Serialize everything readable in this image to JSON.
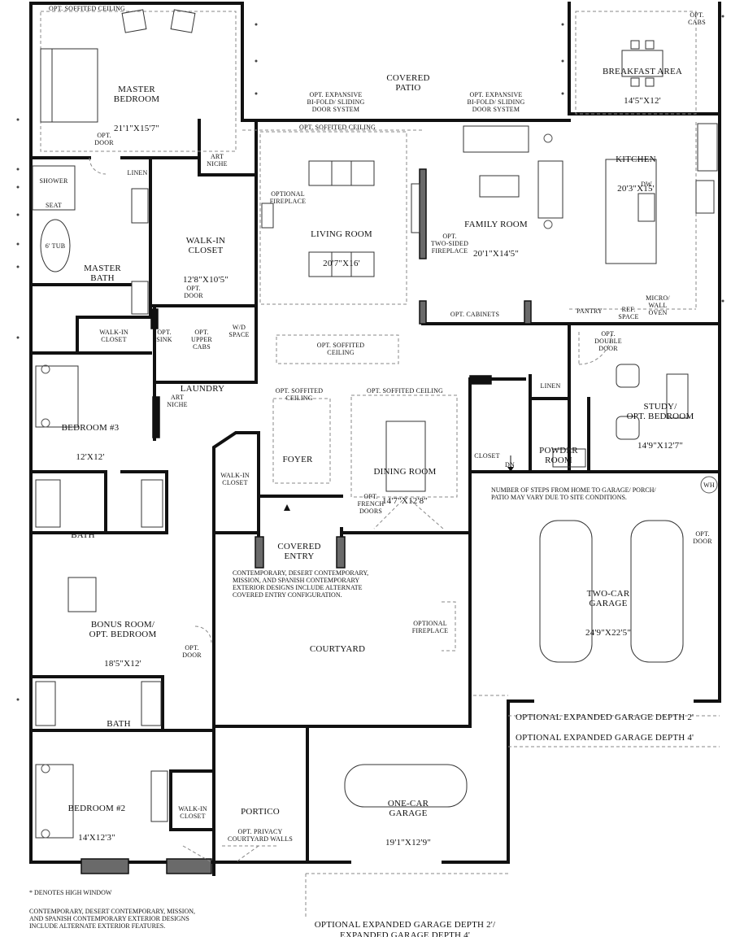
{
  "rooms": {
    "master_bedroom": {
      "name": "MASTER\nBEDROOM",
      "dim": "21'1\"X15'7\""
    },
    "covered_patio": {
      "name": "COVERED\nPATIO"
    },
    "breakfast": {
      "name": "BREAKFAST AREA",
      "dim": "14'5\"X12'"
    },
    "kitchen": {
      "name": "KITCHEN",
      "dim": "20'3\"X15'"
    },
    "family": {
      "name": "FAMILY ROOM",
      "dim": "20'1\"X14'5\""
    },
    "living": {
      "name": "LIVING ROOM",
      "dim": "20'7\"X16'"
    },
    "walkin_master": {
      "name": "WALK-IN\nCLOSET",
      "dim": "12'8\"X10'5\""
    },
    "master_bath": {
      "name": "MASTER\nBATH"
    },
    "laundry": {
      "name": "LAUNDRY"
    },
    "bedroom3": {
      "name": "BEDROOM #3",
      "dim": "12'X12'"
    },
    "foyer": {
      "name": "FOYER"
    },
    "dining": {
      "name": "DINING ROOM",
      "dim": "14'7\"X12'8\""
    },
    "powder": {
      "name": "POWDER\nROOM"
    },
    "study": {
      "name": "STUDY/\nOPT. BEDROOM",
      "dim": "14'9\"X12'7\""
    },
    "bath1": {
      "name": "BATH"
    },
    "covered_entry": {
      "name": "COVERED\nENTRY"
    },
    "two_car": {
      "name": "TWO-CAR\nGARAGE",
      "dim": "24'9\"X22'5\""
    },
    "bonus": {
      "name": "BONUS ROOM/\nOPT. BEDROOM",
      "dim": "18'5\"X12'"
    },
    "courtyard": {
      "name": "COURTYARD"
    },
    "bath2": {
      "name": "BATH"
    },
    "bedroom2": {
      "name": "BEDROOM #2",
      "dim": "14'X12'3\""
    },
    "portico": {
      "name": "PORTICO"
    },
    "one_car": {
      "name": "ONE-CAR\nGARAGE",
      "dim": "19'1\"X12'9\""
    }
  },
  "small_labels": {
    "opt_soffited_ceiling_top": "OPT. SOFFITED CEILING",
    "opt_cabs": "OPT.\nCABS",
    "bifold_left": "OPT. EXPANSIVE\nBI-FOLD/ SLIDING\nDOOR SYSTEM",
    "bifold_right": "OPT. EXPANSIVE\nBI-FOLD/ SLIDING\nDOOR SYSTEM",
    "opt_soffited_ceiling_living": "OPT. SOFFITED CEILING",
    "opt_door_master": "OPT.\nDOOR",
    "art_niche_1": "ART\nNICHE",
    "shower": "SHOWER",
    "seat": "SEAT",
    "linen_master": "LINEN",
    "optional_fireplace_living": "OPTIONAL\nFIREPLACE",
    "dw": "DW",
    "opt_two_sided_fp": "OPT.\nTWO-SIDED\nFIREPLACE",
    "tub": "6' TUB",
    "opt_door_closet": "OPT.\nDOOR",
    "opt_cabinets": "OPT. CABINETS",
    "pantry": "PANTRY",
    "ref_space": "REF.\nSPACE",
    "micro_wall_oven": "MICRO/\nWALL\nOVEN",
    "walkin_closet_b3": "WALK-IN\nCLOSET",
    "opt_sink": "OPT.\nSINK",
    "opt_upper_cabs": "OPT.\nUPPER\nCABS",
    "wd_space": "W/D\nSPACE",
    "opt_soffited_ceiling_hall": "OPT. SOFFITED\nCEILING",
    "opt_double_door": "OPT.\nDOUBLE\nDOOR",
    "art_niche_2": "ART\nNICHE",
    "opt_soffited_ceiling_foyer": "OPT. SOFFITED\nCEILING",
    "opt_soffited_ceiling_dining": "OPT. SOFFITED CEILING",
    "linen_powder": "LINEN",
    "walkin_closet_hall": "WALK-IN\nCLOSET",
    "closet": "CLOSET",
    "dn": "DN",
    "opt_french_doors": "OPT.\nFRENCH\nDOORS",
    "wh": "WH",
    "steps_note": "NUMBER OF STEPS FROM HOME TO GARAGE/ PORCH/\nPATIO MAY VARY DUE TO SITE CONDITIONS.",
    "opt_door_garage": "OPT.\nDOOR",
    "entry_note": "CONTEMPORARY, DESERT CONTEMPORARY,\nMISSION, AND SPANISH CONTEMPORARY\nEXTERIOR DESIGNS INCLUDE ALTERNATE\nCOVERED ENTRY CONFIGURATION.",
    "optional_fireplace_court": "OPTIONAL\nFIREPLACE",
    "opt_door_bonus": "OPT.\nDOOR",
    "walkin_closet_b2": "WALK-IN\nCLOSET",
    "opt_privacy": "OPT. PRIVACY\nCOURTYARD WALLS"
  },
  "garage_options": {
    "depth2": "OPTIONAL EXPANDED GARAGE DEPTH 2'",
    "depth4": "OPTIONAL EXPANDED GARAGE DEPTH 4'",
    "bottom": "OPTIONAL EXPANDED GARAGE DEPTH 2'/\nEXPANDED GARAGE DEPTH 4'"
  },
  "footnotes": {
    "high_window": "* DENOTES HIGH WINDOW",
    "exterior": "CONTEMPORARY, DESERT CONTEMPORARY, MISSION,\nAND SPANISH CONTEMPORARY EXTERIOR DESIGNS\nINCLUDE ALTERNATE EXTERIOR FEATURES."
  }
}
